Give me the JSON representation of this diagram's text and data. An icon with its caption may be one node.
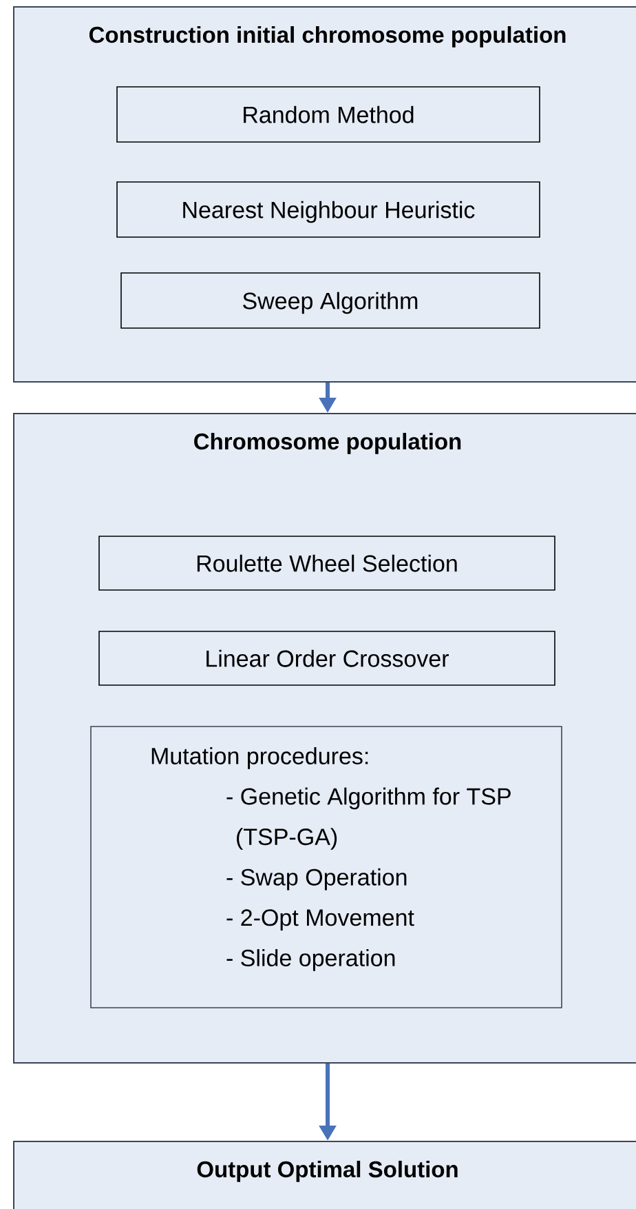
{
  "diagram": {
    "nodes": [
      {
        "text": [
          "Construction initial chromosome population"
        ]
      },
      {
        "text": [
          "Random Method"
        ],
        "in": 0
      },
      {
        "text": [
          "Nearest Neighbour Heuristic"
        ],
        "in": 0
      },
      {
        "text": [
          "Sweep Algorithm"
        ],
        "in": 0
      },
      {
        "text": [
          "Chromosome population"
        ]
      },
      {
        "text": [
          "Roulette Wheel Selection"
        ],
        "in": 4
      },
      {
        "text": [
          "Linear Order Crossover"
        ],
        "in": 4
      },
      {
        "text": [
          "Mutation procedures:",
          "- Genetic Algorithm for TSP (TSP-GA)",
          "- Swap Operation",
          "- 2-Opt Movement",
          "- Slide operation"
        ],
        "in": 4
      },
      {
        "text": [
          "Output Optimal Solution"
        ]
      }
    ],
    "edges": [
      {
        "from": 0,
        "to": 4,
        "arrow": "to"
      },
      {
        "from": 4,
        "to": 8,
        "arrow": "to"
      }
    ]
  }
}
